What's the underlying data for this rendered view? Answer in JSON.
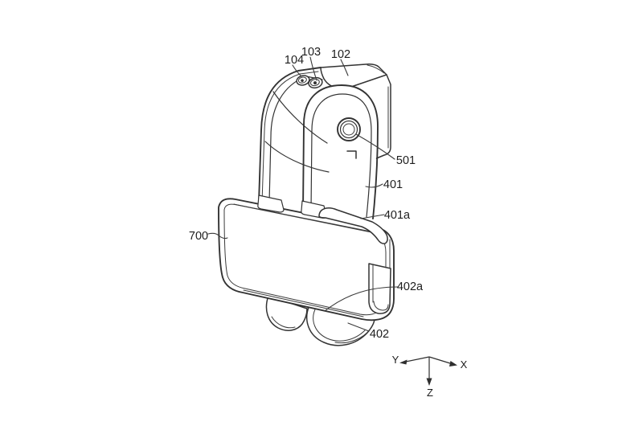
{
  "colors": {
    "background": "#ffffff",
    "line": "#333333",
    "text": "#1d1d1d"
  },
  "drawing": {
    "part_labels": {
      "p104": "104",
      "p103": "103",
      "p102": "102",
      "p501": "501",
      "p401": "401",
      "p401a": "401a",
      "p700": "700",
      "p402a": "402a",
      "p402": "402"
    },
    "axis": {
      "x": "X",
      "y": "Y",
      "z": "Z"
    }
  }
}
